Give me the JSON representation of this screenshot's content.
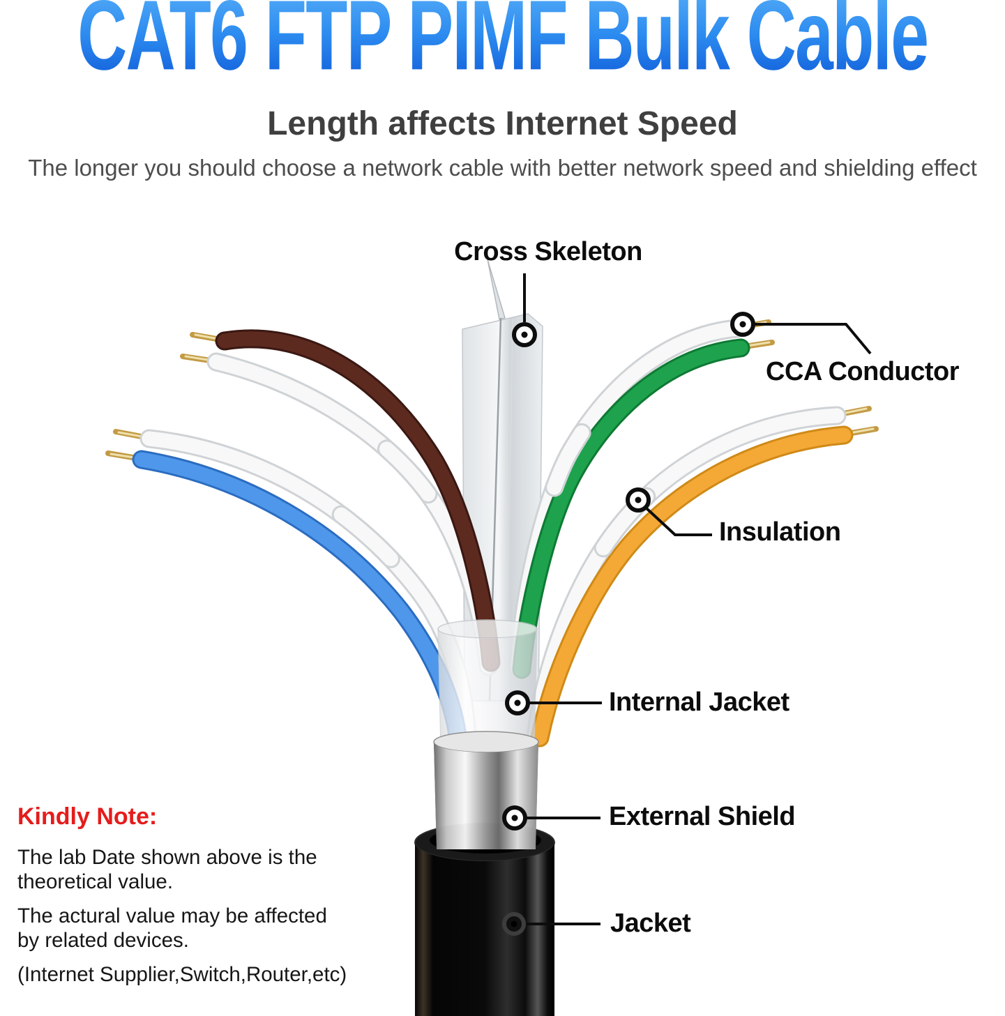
{
  "header": {
    "title": "CAT6 FTP PIMF Bulk Cable",
    "subtitle": "Length affects Internet Speed",
    "description": "The longer you should choose a network cable with better network speed and shielding effect"
  },
  "diagram": {
    "labels": [
      {
        "id": "cross-skeleton",
        "text": "Cross Skeleton"
      },
      {
        "id": "cca-conductor",
        "text": "CCA Conductor"
      },
      {
        "id": "insulation",
        "text": "Insulation"
      },
      {
        "id": "internal-jacket",
        "text": "Internal Jacket"
      },
      {
        "id": "external-shield",
        "text": "External Shield"
      },
      {
        "id": "jacket",
        "text": "Jacket"
      }
    ],
    "parts": [
      "cross-skeleton",
      "wire-pair-brown",
      "wire-pair-blue",
      "wire-pair-green",
      "wire-pair-orange",
      "internal-jacket",
      "external-shield",
      "outer-jacket"
    ],
    "wire_colors": {
      "brown": "#5d2a20",
      "blue": "#4f97ea",
      "green": "#1ea24d",
      "orange": "#f4a836",
      "white": "#f8f8f8",
      "conductor_gold": "#c39b45"
    }
  },
  "note": {
    "heading": "Kindly Note:",
    "heading_color": "#e51c1c",
    "lines": [
      "The lab Date shown above is the",
      "theoretical value.",
      "The actural value may be affected",
      "by related devices.",
      "(Internet Supplier,Switch,Router,etc)"
    ]
  },
  "colors": {
    "title_gradient_top": "#55acf6",
    "title_gradient_bottom": "#0f5bd8",
    "subtitle_text": "#3f3f3f",
    "body_text": "#4d4d4d",
    "label_text": "#0c0c0c",
    "leader_line": "#0d0d0d"
  }
}
